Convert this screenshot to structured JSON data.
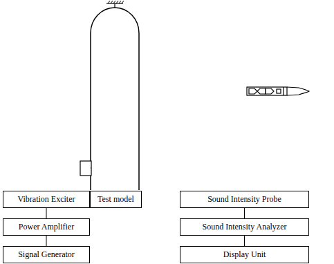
{
  "diagram": {
    "nodes": [
      {
        "text": [
          "Vibration Exciter"
        ]
      },
      {
        "text": [
          "Power Amplifier"
        ]
      },
      {
        "text": [
          "Signal Generator"
        ]
      },
      {
        "text": [
          "Test model"
        ]
      },
      {
        "text": [
          "Sound Intensity Probe"
        ]
      },
      {
        "text": [
          "Sound Intensity Analyzer"
        ]
      },
      {
        "text": [
          "Display Unit"
        ]
      }
    ],
    "edges": [
      {
        "from": 0,
        "to": 1,
        "arrow": "none"
      },
      {
        "from": 1,
        "to": 2,
        "arrow": "none"
      },
      {
        "from": 4,
        "to": 5,
        "arrow": "none"
      },
      {
        "from": 5,
        "to": 6,
        "arrow": "none"
      }
    ]
  }
}
